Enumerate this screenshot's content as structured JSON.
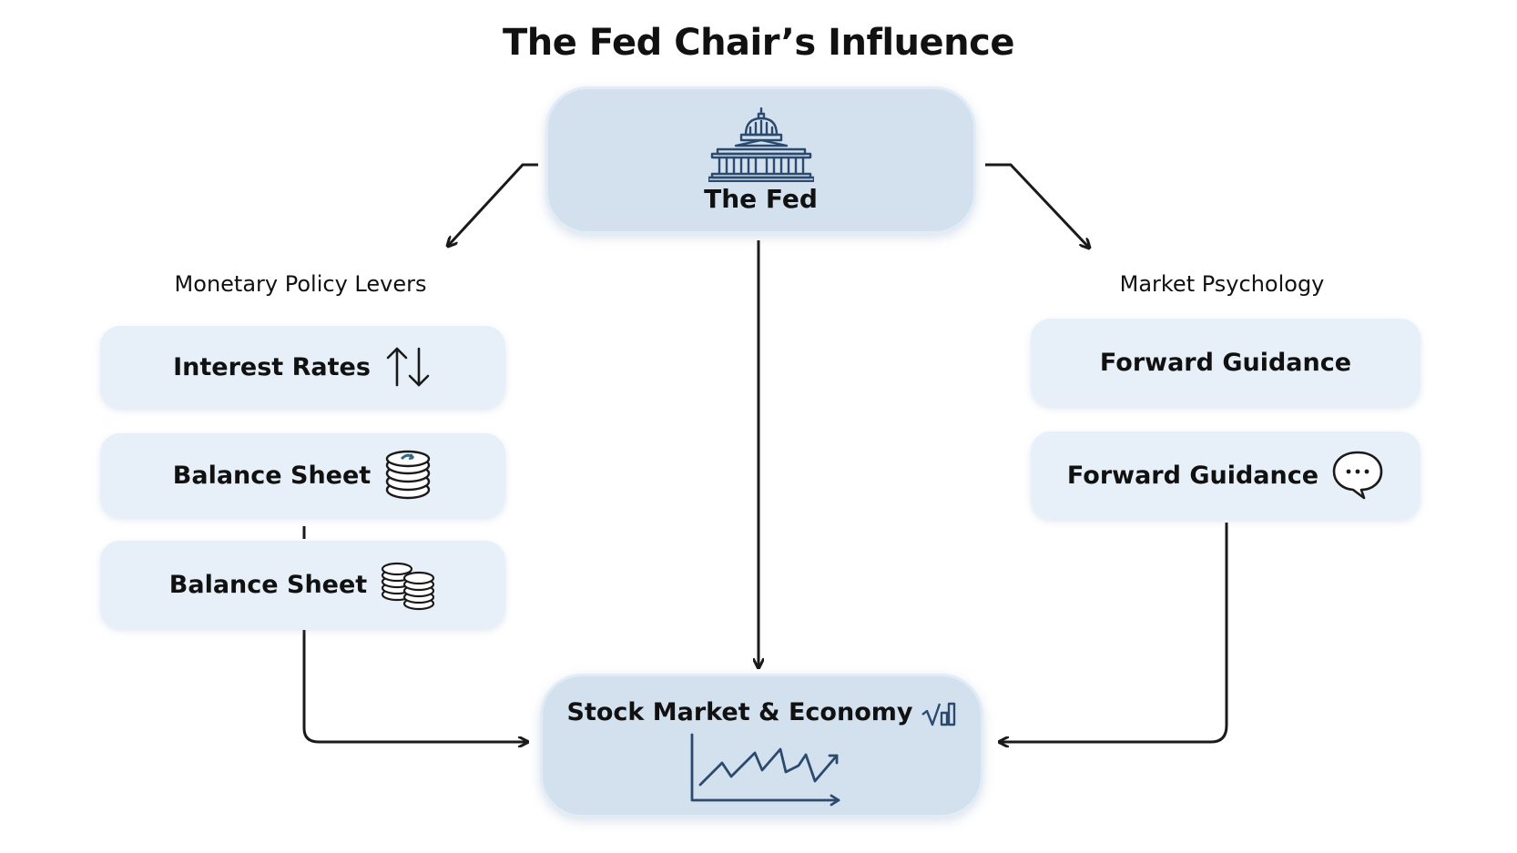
{
  "title": "The Fed Chair’s Influence",
  "center": {
    "label": "The Fed",
    "icon": "capitol-building-icon"
  },
  "left_section": {
    "heading": "Monetary Policy Levers",
    "items": [
      {
        "label": "Interest Rates",
        "icon": "up-down-arrows-icon"
      },
      {
        "label": "Balance Sheet",
        "icon": "coin-stack-icon"
      },
      {
        "label": "Balance Sheet",
        "icon": "coin-stacks-icon"
      }
    ]
  },
  "right_section": {
    "heading": "Market Psychology",
    "items": [
      {
        "label": "Forward Guidance",
        "icon": ""
      },
      {
        "label": "Forward Guidance",
        "icon": "speech-bubble-icon"
      }
    ]
  },
  "bottom": {
    "label": "Stock Market & Economy",
    "icons": [
      "market-signal-icon",
      "rising-line-chart-icon"
    ]
  },
  "colors": {
    "box_fill": "#e7f0f9",
    "big_box_fill": "#d3e0ee",
    "icon_navy": "#2b4a6e",
    "line": "#1a1a1a"
  }
}
